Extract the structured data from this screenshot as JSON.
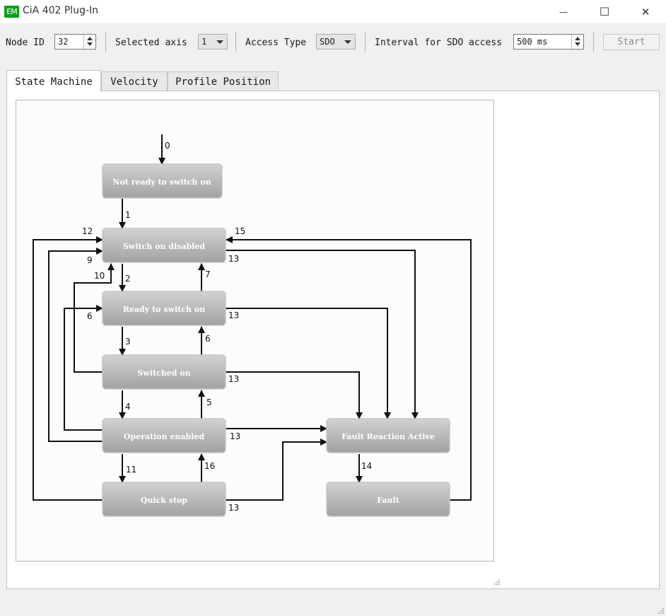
{
  "window": {
    "title": "CiA 402 Plug-In",
    "icon_text": "EM",
    "minimize_glyph": "—",
    "maximize_glyph": "☐",
    "close_glyph": "✕"
  },
  "toolbar": {
    "node_id_label": "Node ID",
    "node_id_value": "32",
    "selected_axis_label": "Selected axis",
    "selected_axis_value": "1",
    "access_type_label": "Access Type",
    "access_type_value": "SDO",
    "interval_label": "Interval for SDO access",
    "interval_value": "500 ms",
    "start_label": "Start"
  },
  "tabs": [
    {
      "label": "State Machine",
      "active": true
    },
    {
      "label": "Velocity",
      "active": false
    },
    {
      "label": "Profile Position",
      "active": false
    }
  ],
  "state_machine": {
    "states": {
      "not_ready": "Not ready to switch on",
      "switch_on_disabled": "Switch on disabled",
      "ready_to_switch_on": "Ready to switch on",
      "switched_on": "Switched on",
      "operation_enabled": "Operation enabled",
      "quick_stop": "Quick stop",
      "fault_reaction_active": "Fault Reaction Active",
      "fault": "Fault"
    },
    "transitions": {
      "t0": "0",
      "t1": "1",
      "t2": "2",
      "t3": "3",
      "t4": "4",
      "t5": "5",
      "t6a": "6",
      "t6b": "6",
      "t7": "7",
      "t9": "9",
      "t10": "10",
      "t11": "11",
      "t12": "12",
      "t13_sod": "13",
      "t13_rts": "13",
      "t13_so": "13",
      "t13_oe": "13",
      "t13_qs": "13",
      "t14": "14",
      "t15": "15",
      "t16": "16"
    }
  }
}
